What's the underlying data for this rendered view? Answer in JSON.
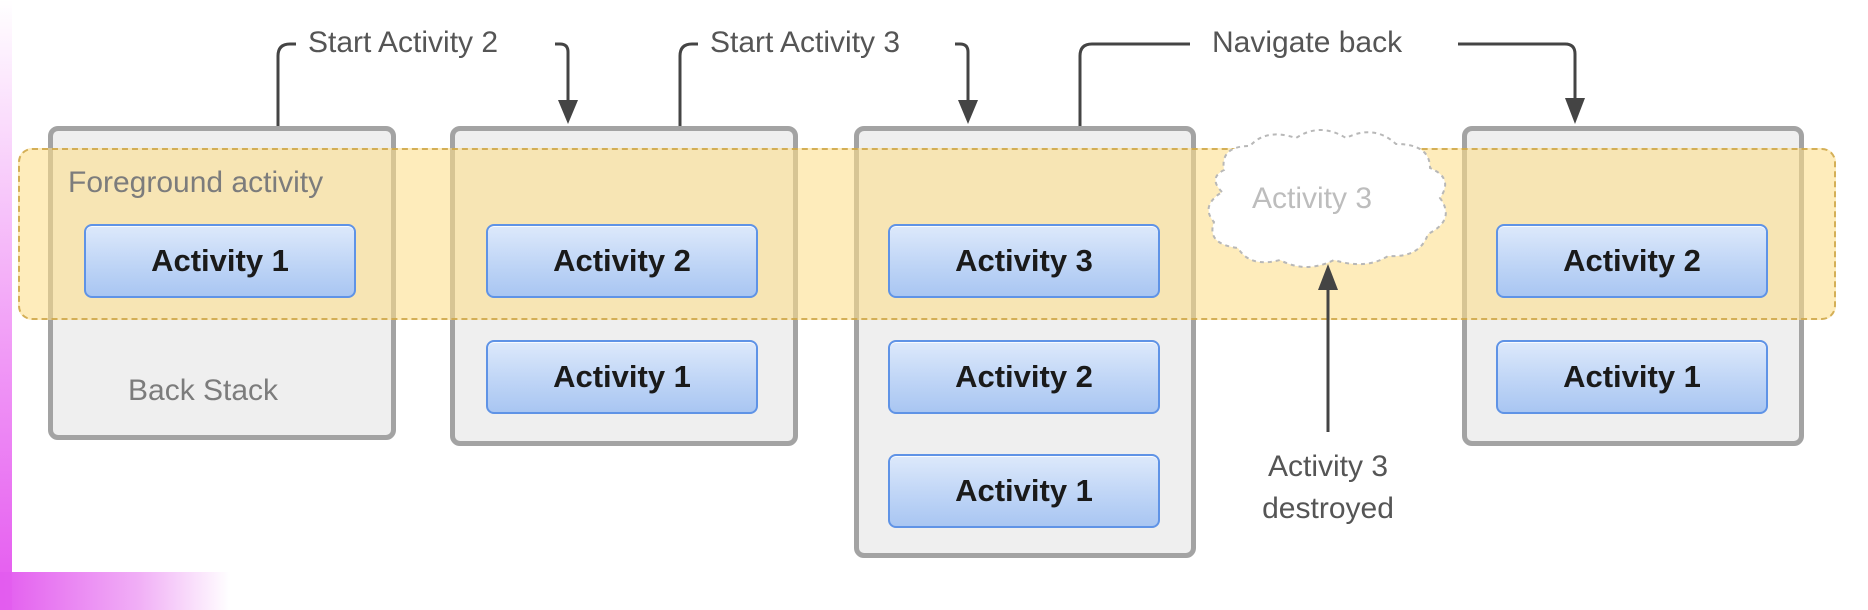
{
  "labels": {
    "transition_1": "Start Activity 2",
    "transition_2": "Start Activity 3",
    "transition_3": "Navigate back",
    "foreground": "Foreground activity",
    "back_stack": "Back Stack",
    "destroyed_line1": "Activity 3",
    "destroyed_line2": "destroyed",
    "ghost": "Activity 3"
  },
  "stacks": [
    {
      "items": [
        "Activity 1"
      ]
    },
    {
      "items": [
        "Activity 2",
        "Activity 1"
      ]
    },
    {
      "items": [
        "Activity 3",
        "Activity 2",
        "Activity 1"
      ]
    },
    {
      "items": [
        "Activity 2",
        "Activity 1"
      ]
    }
  ],
  "colors": {
    "stack_border": "#a3a3a3",
    "stack_fill": "#efefef",
    "band_fill": "#fdde8a",
    "activity_border": "#5f93e6",
    "activity_fill": "#bfd5f6",
    "arrow": "#444444"
  }
}
